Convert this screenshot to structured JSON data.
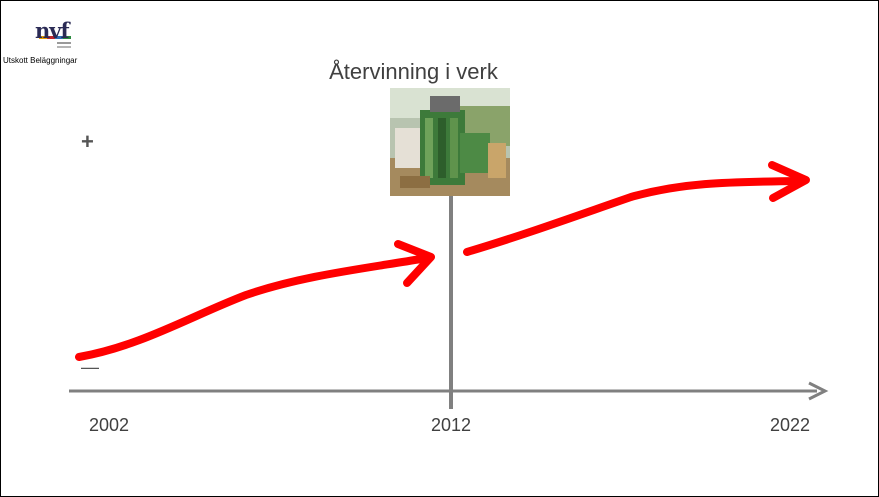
{
  "logo": {
    "text": "nvf",
    "icon": "nvf-logo-icon"
  },
  "organization": "Utskott Beläggningar",
  "title": "Återvinning i verk",
  "photo": {
    "icon": "asphalt-plant-photo"
  },
  "axis": {
    "top_label": "+",
    "bottom_label": "—",
    "ticks": [
      "2002",
      "2012",
      "2022"
    ]
  },
  "colors": {
    "arrow": "#ff0000",
    "axis": "#808080",
    "title": "#404040"
  }
}
